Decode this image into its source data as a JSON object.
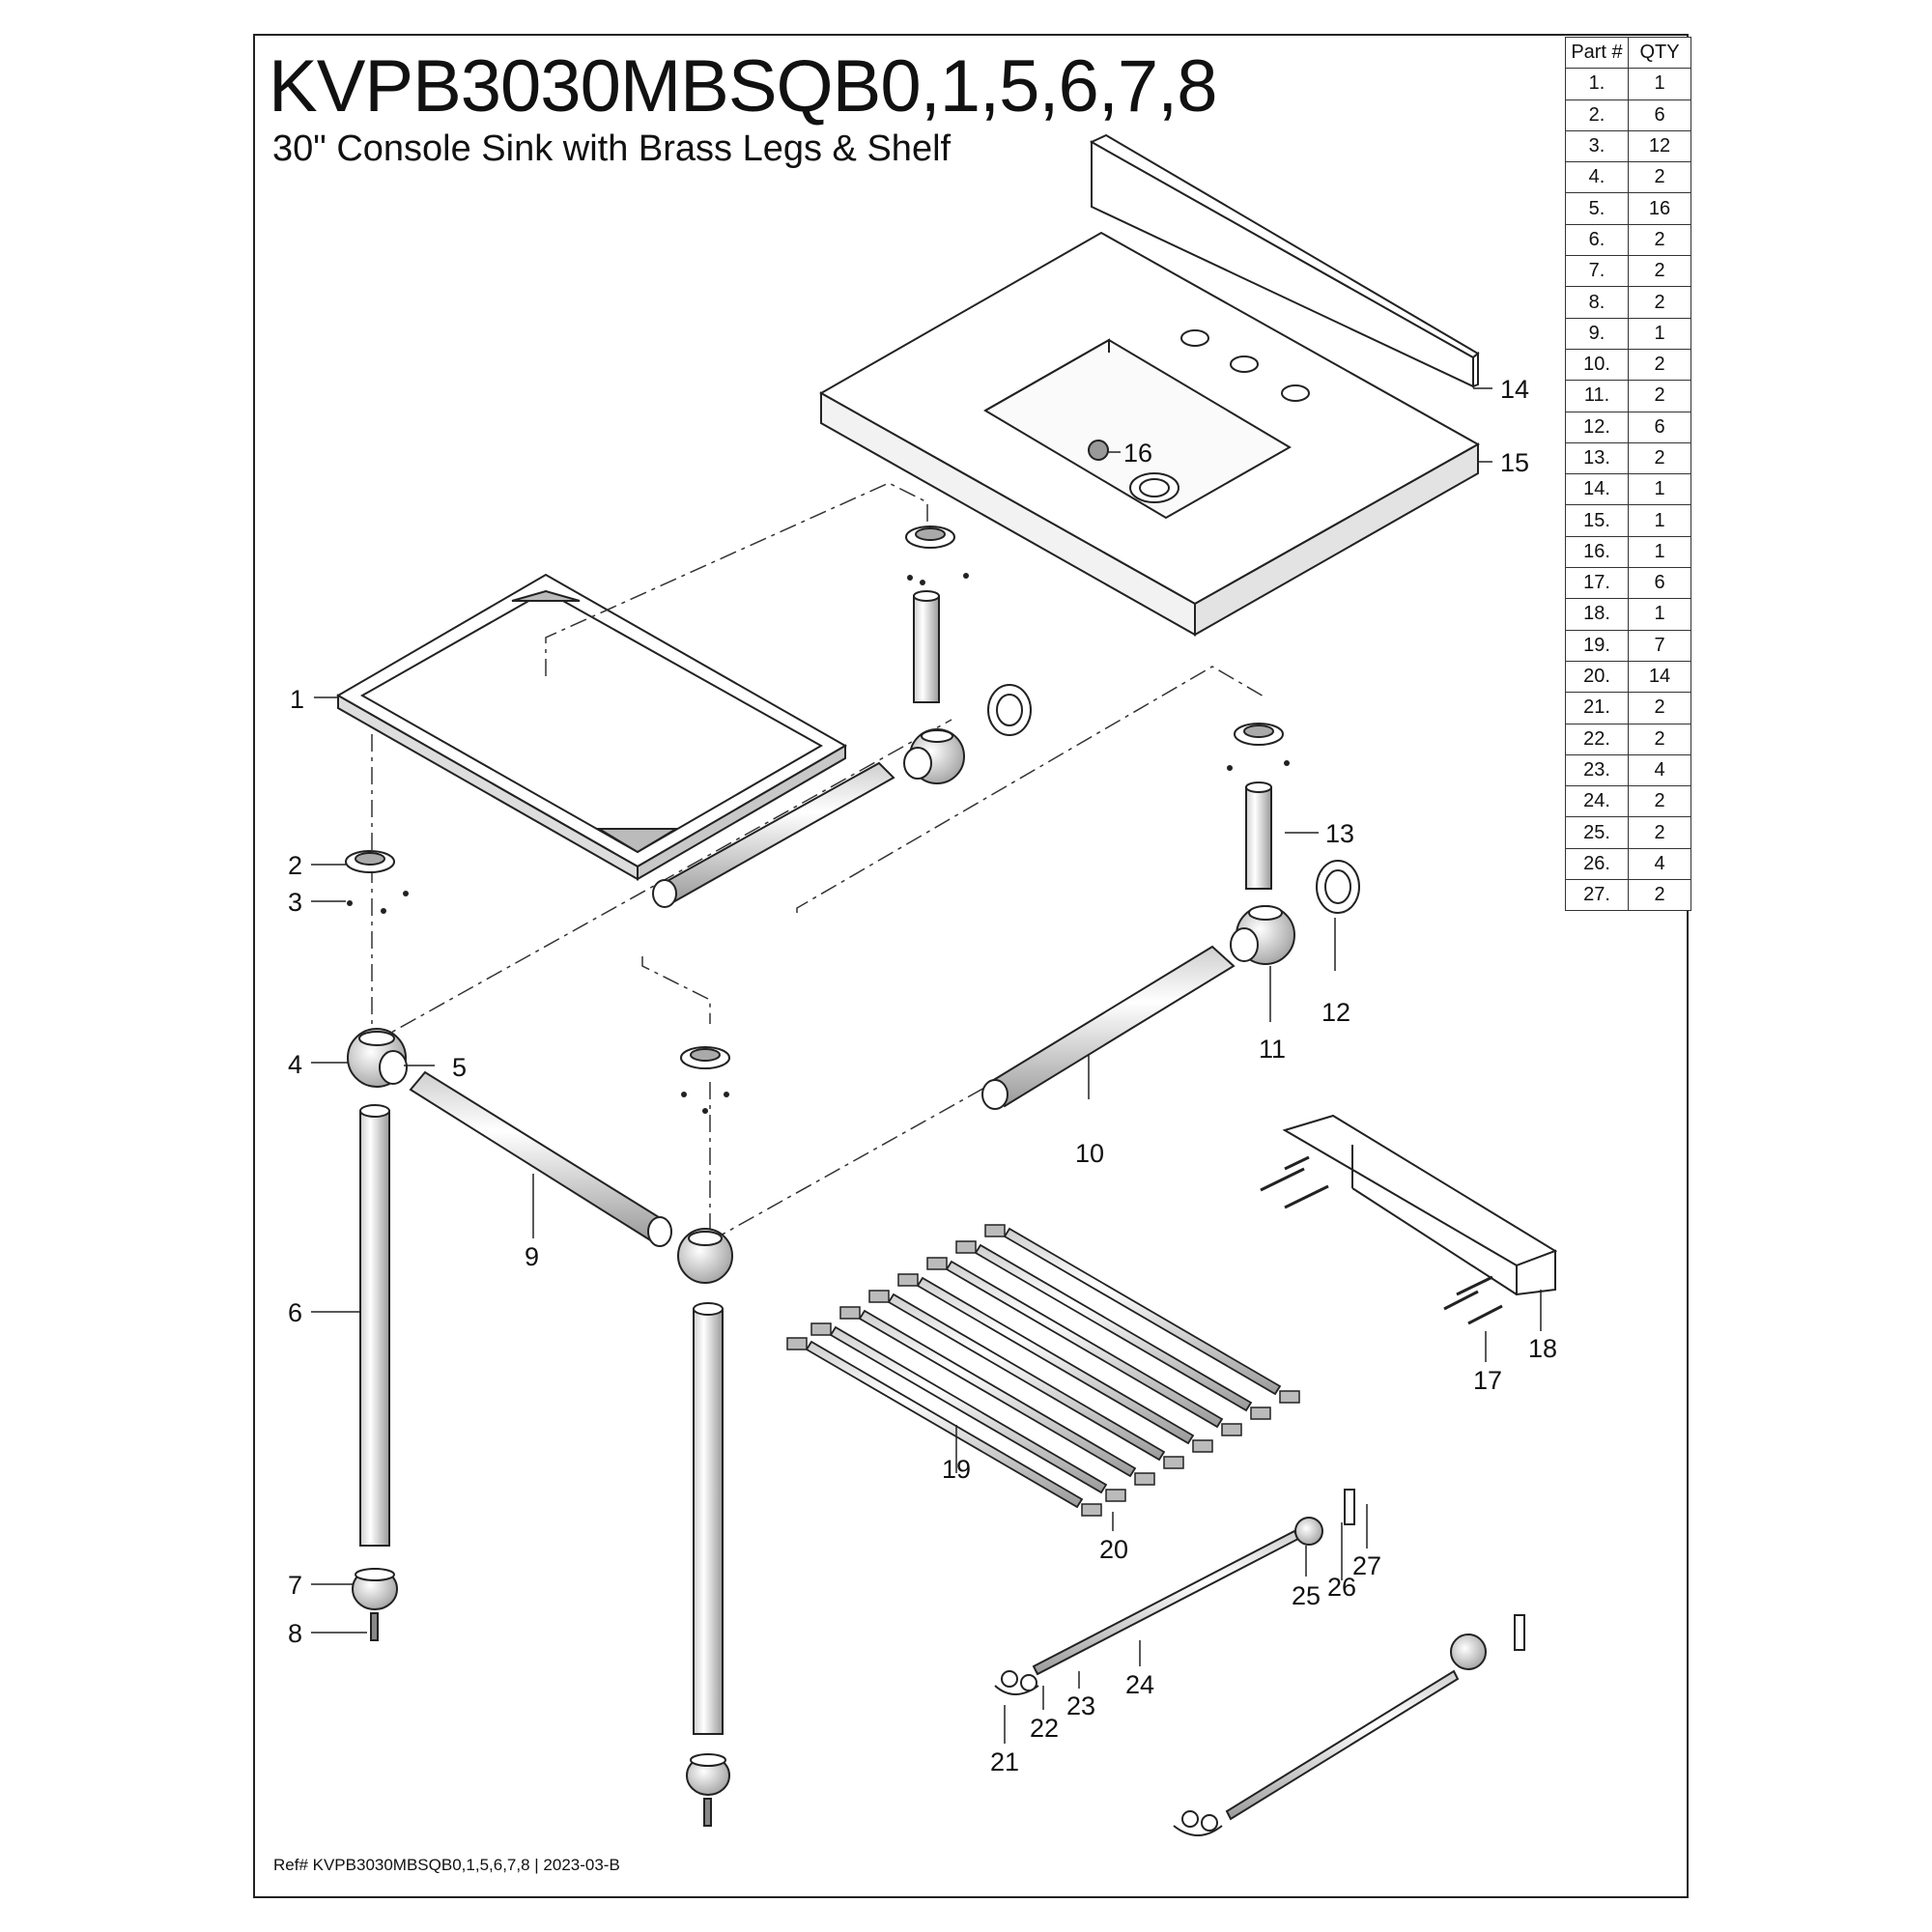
{
  "title": "KVPB3030MBSQB0,1,5,6,7,8",
  "subtitle": "30\" Console Sink with Brass Legs & Shelf",
  "reference": "Ref# KVPB3030MBSQB0,1,5,6,7,8 | 2023-03-B",
  "parts_table": {
    "headers": [
      "Part #",
      "QTY"
    ],
    "rows": [
      [
        "1.",
        "1"
      ],
      [
        "2.",
        "6"
      ],
      [
        "3.",
        "12"
      ],
      [
        "4.",
        "2"
      ],
      [
        "5.",
        "16"
      ],
      [
        "6.",
        "2"
      ],
      [
        "7.",
        "2"
      ],
      [
        "8.",
        "2"
      ],
      [
        "9.",
        "1"
      ],
      [
        "10.",
        "2"
      ],
      [
        "11.",
        "2"
      ],
      [
        "12.",
        "6"
      ],
      [
        "13.",
        "2"
      ],
      [
        "14.",
        "1"
      ],
      [
        "15.",
        "1"
      ],
      [
        "16.",
        "1"
      ],
      [
        "17.",
        "6"
      ],
      [
        "18.",
        "1"
      ],
      [
        "19.",
        "7"
      ],
      [
        "20.",
        "14"
      ],
      [
        "21.",
        "2"
      ],
      [
        "22.",
        "2"
      ],
      [
        "23.",
        "4"
      ],
      [
        "24.",
        "2"
      ],
      [
        "25.",
        "2"
      ],
      [
        "26.",
        "4"
      ],
      [
        "27.",
        "2"
      ]
    ]
  },
  "callouts": [
    "1",
    "2",
    "3",
    "4",
    "5",
    "6",
    "7",
    "8",
    "9",
    "10",
    "11",
    "12",
    "13",
    "14",
    "15",
    "16",
    "17",
    "18",
    "19",
    "20",
    "21",
    "22",
    "23",
    "24",
    "25",
    "26",
    "27"
  ]
}
